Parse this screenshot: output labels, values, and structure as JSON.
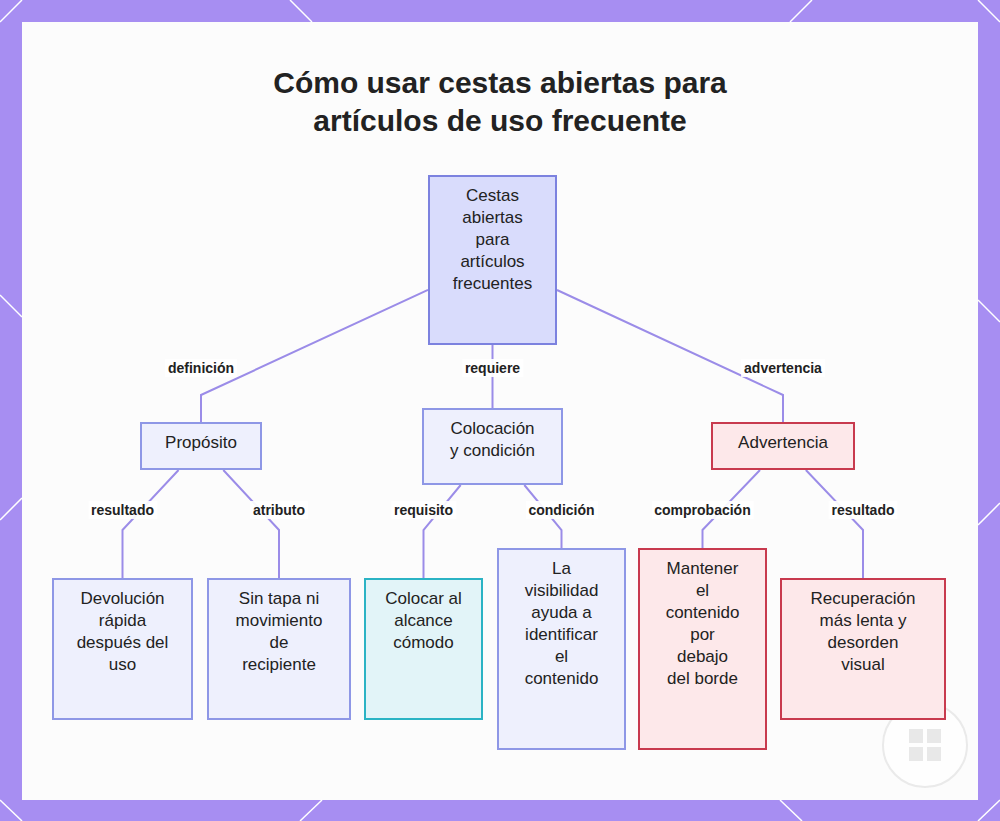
{
  "diagram": {
    "title": "Cómo usar cestas abiertas para artículos de uso frecuente",
    "nodes": [
      {
        "text": [
          "Cestas abiertas para artículos frecuentes"
        ]
      },
      {
        "text": [
          "Propósito"
        ]
      },
      {
        "text": [
          "Colocación y condición"
        ]
      },
      {
        "text": [
          "Advertencia"
        ]
      },
      {
        "text": [
          "Devolución rápida después del uso"
        ]
      },
      {
        "text": [
          "Sin tapa ni movimiento de recipiente"
        ]
      },
      {
        "text": [
          "Colocar al alcance cómodo"
        ]
      },
      {
        "text": [
          "La visibilidad ayuda a identificar el contenido"
        ]
      },
      {
        "text": [
          "Mantener el contenido por debajo del borde"
        ]
      },
      {
        "text": [
          "Recuperación más lenta y desorden visual"
        ]
      }
    ],
    "edges": [
      {
        "from": 0,
        "to": 1,
        "arrow": "none",
        "label": "definición"
      },
      {
        "from": 0,
        "to": 2,
        "arrow": "none",
        "label": "requiere"
      },
      {
        "from": 0,
        "to": 3,
        "arrow": "none",
        "label": "advertencia"
      },
      {
        "from": 1,
        "to": 4,
        "arrow": "none",
        "label": "resultado"
      },
      {
        "from": 1,
        "to": 5,
        "arrow": "none",
        "label": "atributo"
      },
      {
        "from": 2,
        "to": 6,
        "arrow": "none",
        "label": "requisito"
      },
      {
        "from": 2,
        "to": 7,
        "arrow": "none",
        "label": "condición"
      },
      {
        "from": 3,
        "to": 8,
        "arrow": "none",
        "label": "comprobación"
      },
      {
        "from": 3,
        "to": 9,
        "arrow": "none",
        "label": "resultado"
      }
    ]
  }
}
